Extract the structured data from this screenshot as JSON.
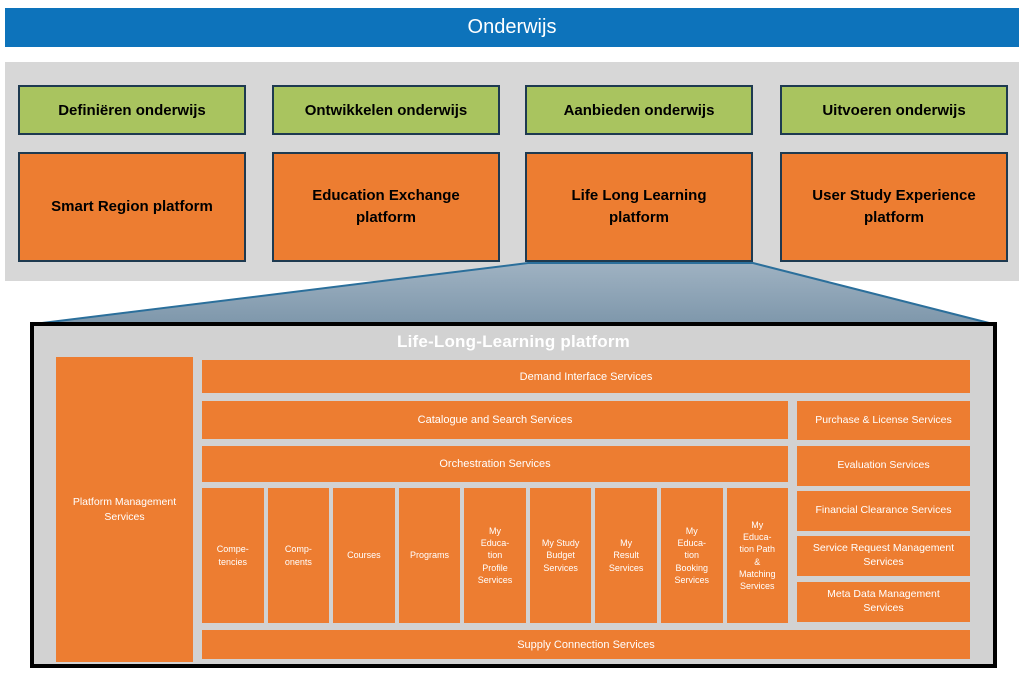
{
  "banner": {
    "title": "Onderwijs"
  },
  "phases": [
    {
      "label": "Definiëren onderwijs"
    },
    {
      "label": "Ontwikkelen onderwijs"
    },
    {
      "label": "Aanbieden onderwijs"
    },
    {
      "label": "Uitvoeren onderwijs"
    }
  ],
  "platforms": [
    {
      "label": "Smart Region platform"
    },
    {
      "label": "Education Exchange\nplatform"
    },
    {
      "label": "Life Long Learning\nplatform"
    },
    {
      "label": "User Study Experience\nplatform"
    }
  ],
  "lll": {
    "title": "Life-Long-Learning platform",
    "left_box": "Platform Management\nServices",
    "demand": "Demand Interface Services",
    "catalogue": "Catalogue and Search Services",
    "orchestration": "Orchestration Services",
    "supply": "Supply Connection Services",
    "small_boxes": [
      "Compe-\ntencies",
      "Comp-\nonents",
      "Courses",
      "Programs",
      "My\nEduca-\ntion\nProfile\nServices",
      "My Study\nBudget\nServices",
      "My\nResult\nServices",
      "My\nEduca-\ntion\nBooking\nServices",
      "My\nEduca-\ntion Path\n&\nMatching\nServices"
    ],
    "right_boxes": [
      "Purchase & License Services",
      "Evaluation Services",
      "Financial Clearance Services",
      "Service Request Management\nServices",
      "Meta Data Management\nServices"
    ]
  },
  "colors": {
    "banner_blue": "#0d73bb",
    "phase_green": "#a9c45f",
    "platform_orange": "#ed7d31",
    "box_border": "#1e3a50",
    "band_gray": "#d7d7d7",
    "container_gray": "#d2d2d2",
    "funnel_top": "#9fb2c2",
    "funnel_bottom": "#7e97ab",
    "funnel_stroke": "#2b6f9b"
  }
}
